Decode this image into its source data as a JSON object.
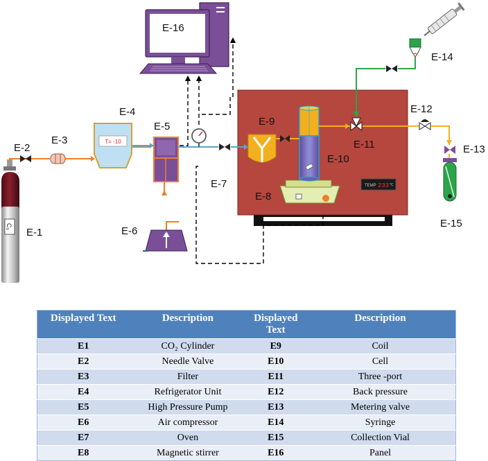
{
  "labels": {
    "e1": "E-1",
    "e2": "E-2",
    "e3": "E-3",
    "e4": "E-4",
    "e5": "E-5",
    "e6": "E-6",
    "e7": "E-7",
    "e8": "E-8",
    "e9": "E-9",
    "e10": "E-10",
    "e11": "E-11",
    "e12": "E-12",
    "e13": "E-13",
    "e14": "E-14",
    "e15": "E-15",
    "e16": "E-16"
  },
  "fridge_display": "T= -10",
  "temp_display": {
    "label": "TEMP",
    "value": "233",
    "unit": "°C"
  },
  "cylinder_mark": "C₀",
  "table": {
    "headers": [
      "Displayed Text",
      "Description",
      "Displayed Text",
      "Description"
    ],
    "rows": [
      [
        "E1",
        "CO₂ Cylinder",
        "E9",
        "Coil"
      ],
      [
        "E2",
        "Needle Valve",
        "E10",
        "Cell"
      ],
      [
        "E3",
        "Filter",
        "E11",
        "Three -port"
      ],
      [
        "E4",
        "Refrigerator Unit",
        "E12",
        "Back pressure"
      ],
      [
        "E5",
        "High Pressure Pump",
        "E13",
        "Metering valve"
      ],
      [
        "E6",
        "Air compressor",
        "E14",
        "Syringe"
      ],
      [
        "E7",
        "Oven",
        "E15",
        "Collection Vial"
      ],
      [
        "E8",
        "Magnetic stirrer",
        "E16",
        "Panel"
      ]
    ]
  },
  "colors": {
    "oven": "#b5473e",
    "co2_line": "#ef7f2a",
    "pump_line": "#5aa6c9",
    "syringe_line": "#2ca44a",
    "sample_line": "#f2b01e",
    "computer": "#7a4f98",
    "table_header": "#4f81bd"
  }
}
